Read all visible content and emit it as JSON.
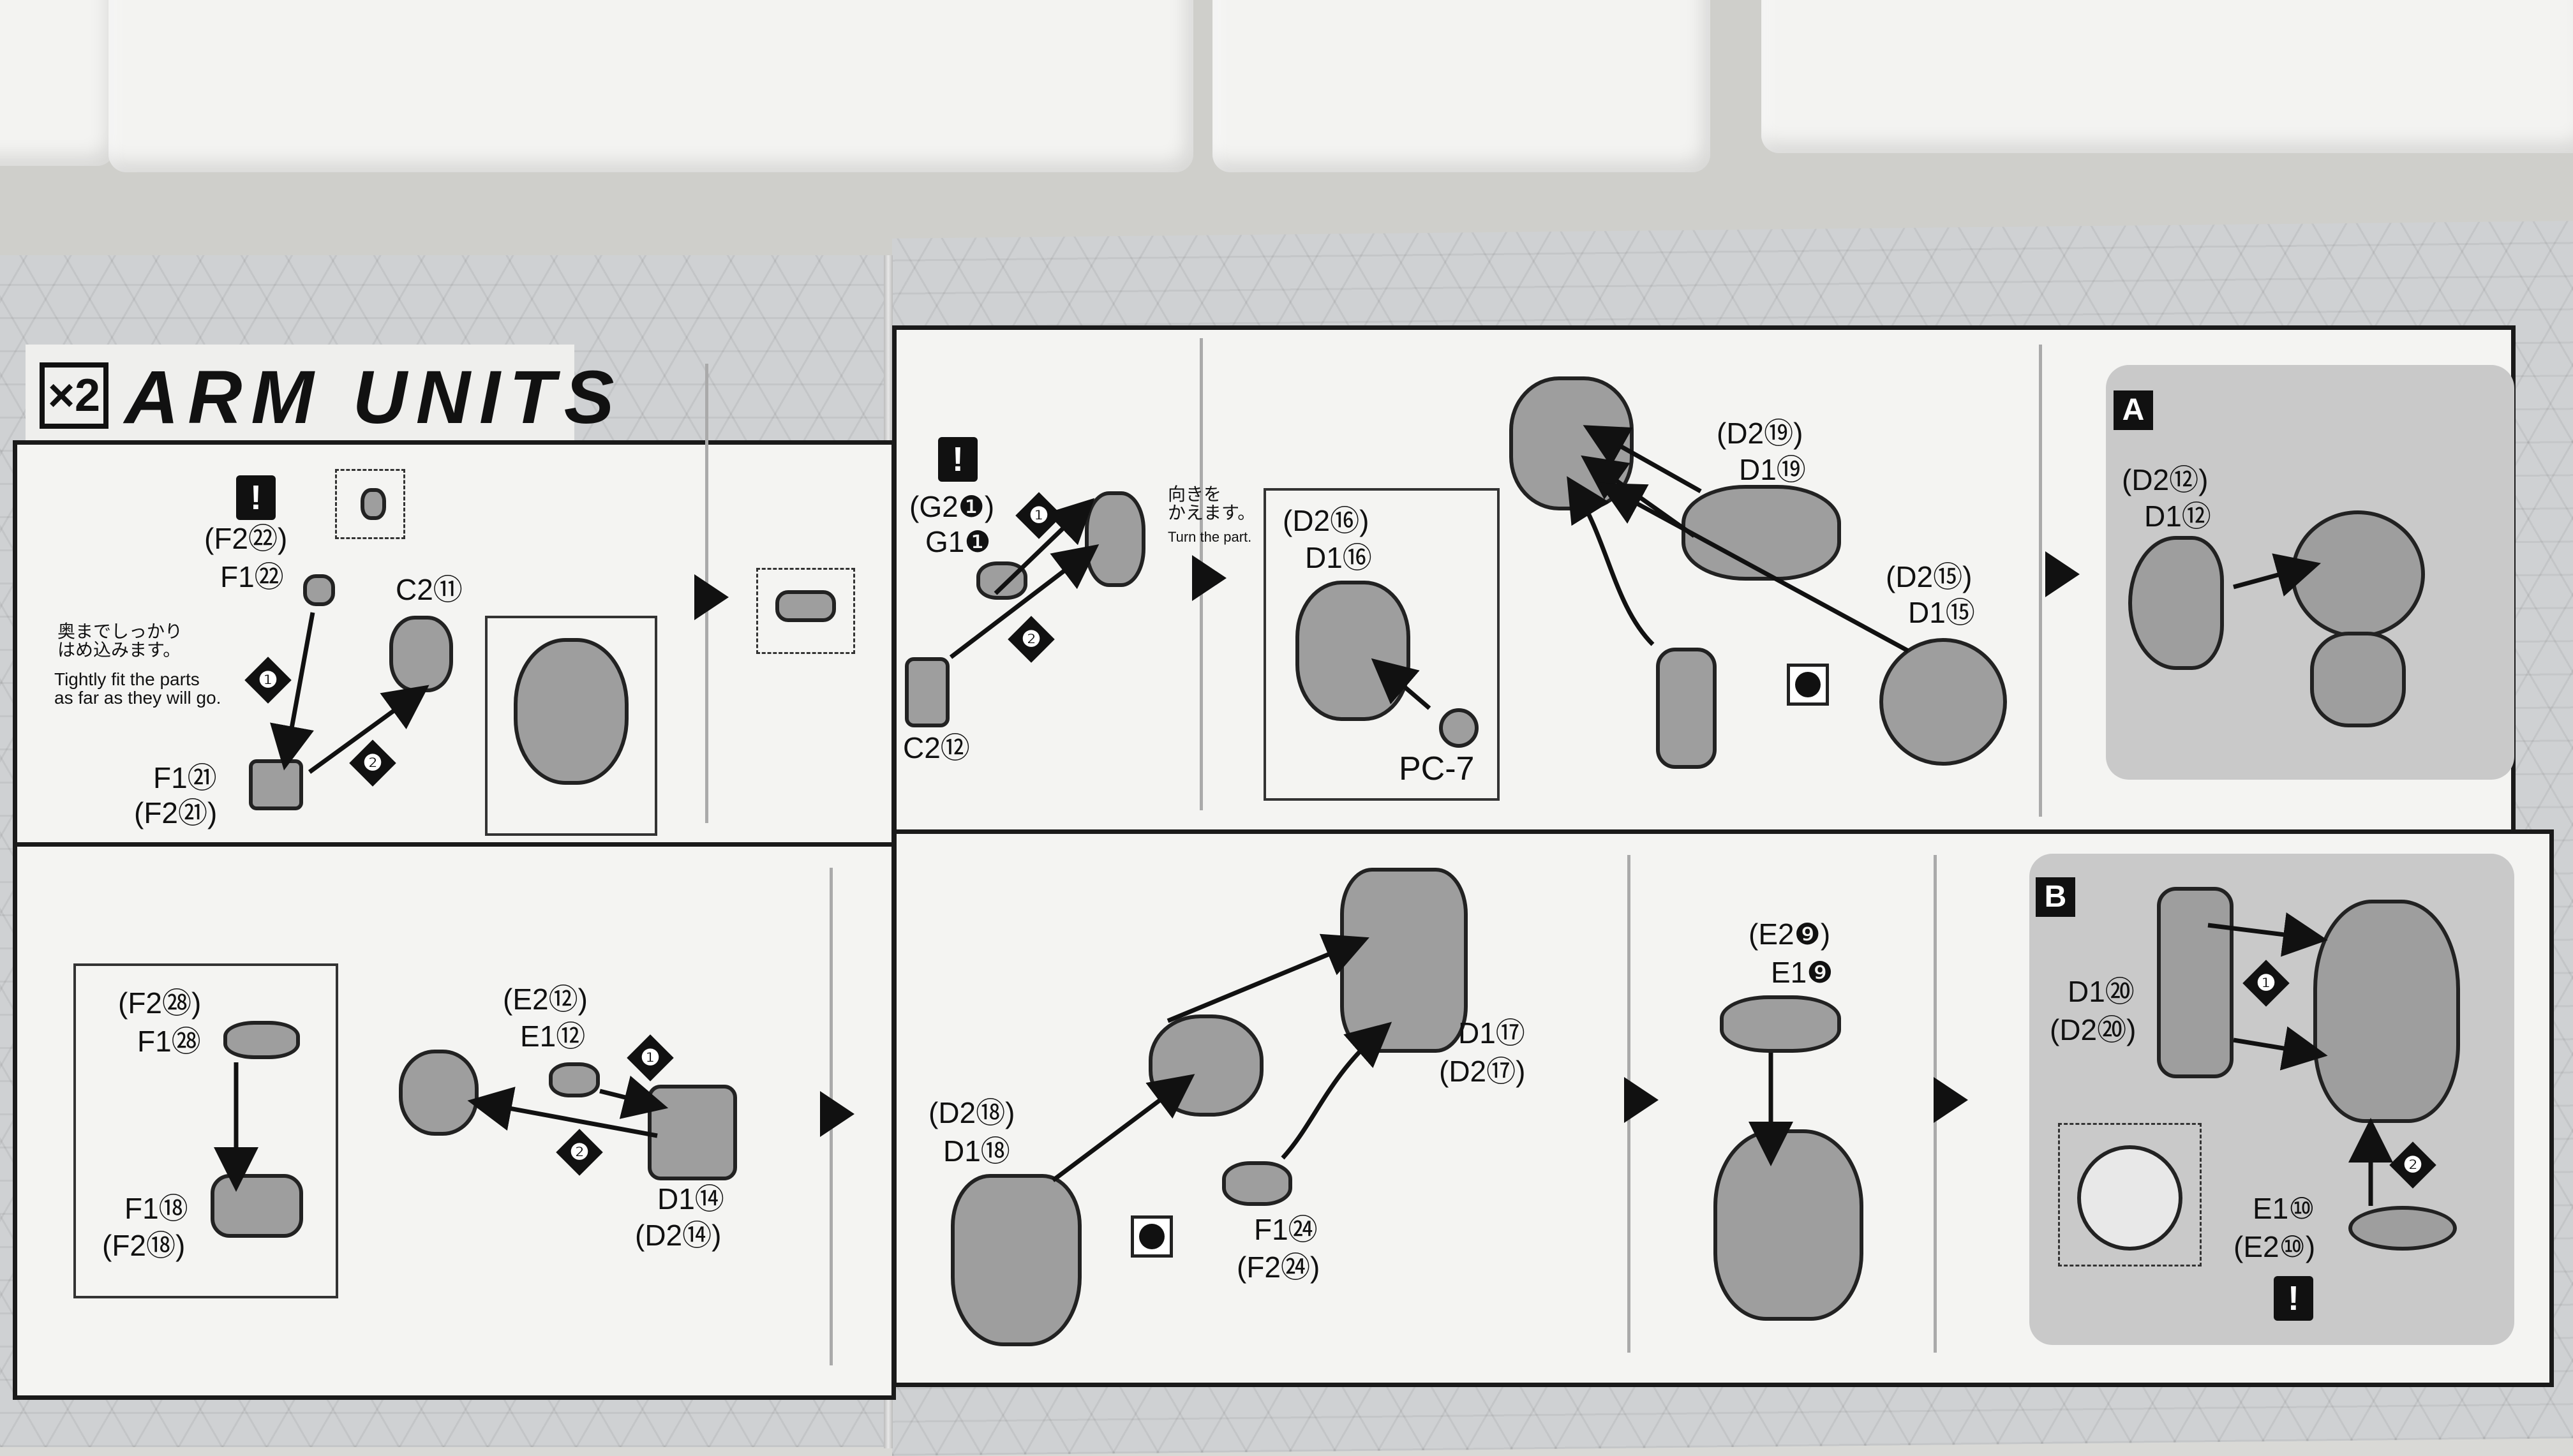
{
  "header": {
    "multiplier": "×2",
    "title": "ARM UNITS"
  },
  "top_row": {
    "step1": {
      "parts": [
        "(F2㉒)",
        "F1㉒",
        "C2⑪",
        "F1㉑",
        "(F2㉑)"
      ],
      "note_jp": "奥までしっかり\nはめ込みます。",
      "note_en": "Tightly fit the parts\nas far as they will go.",
      "steps": [
        "❶",
        "❷"
      ]
    },
    "step2": {
      "parts": [
        "(G2❶)",
        "G1❶",
        "C2⑫"
      ],
      "note_jp": "向きを\nかえます。",
      "note_en": "Turn the part.",
      "steps": [
        "❶",
        "❷"
      ]
    },
    "step3": {
      "parts": [
        "(D2⑯)",
        "D1⑯",
        "PC-7",
        "(D2⑲)",
        "D1⑲",
        "(D2⑮)",
        "D1⑮"
      ]
    },
    "step4": {
      "badge": "A",
      "parts": [
        "(D2⑫)",
        "D1⑫"
      ]
    }
  },
  "bottom_row": {
    "step5": {
      "parts": [
        "(F2㉘)",
        "F1㉘",
        "F1⑱",
        "(F2⑱)",
        "(E2⑫)",
        "E1⑫",
        "D1⑭",
        "(D2⑭)"
      ],
      "steps": [
        "❶",
        "❷"
      ]
    },
    "step6": {
      "parts": [
        "(D2⑱)",
        "D1⑱",
        "D1⑰",
        "(D2⑰)",
        "F1㉔",
        "(F2㉔)"
      ]
    },
    "step7": {
      "parts": [
        "(E2❾)",
        "E1❾"
      ]
    },
    "step8": {
      "badge": "B",
      "parts": [
        "D1⑳",
        "(D2⑳)",
        "E1⑩",
        "(E2⑩)"
      ],
      "steps": [
        "❶",
        "❷"
      ]
    }
  },
  "colors": {
    "ink": "#111111",
    "panel": "#f4f4f2",
    "gray_panel": "#c9c9c9",
    "wall": "#f3f3f1"
  }
}
